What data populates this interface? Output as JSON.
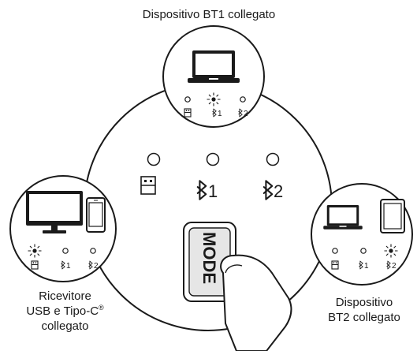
{
  "captions": {
    "bt1": "Dispositivo BT1 collegato",
    "receiver_l1": "Ricevitore",
    "receiver_l2": "USB e Tipo-C",
    "receiver_sup": "®",
    "receiver_l3": "collegato",
    "bt2_l1": "Dispositivo",
    "bt2_l2": "BT2 collegato"
  },
  "channel_labels": {
    "bt1": "1",
    "bt2": "2"
  },
  "button": {
    "label": "MODE"
  },
  "icons": [
    "usb-receiver-icon",
    "bluetooth-icon",
    "laptop-icon",
    "monitor-icon",
    "smartphone-icon",
    "tablet-icon",
    "hand-icon",
    "led-lit-icon",
    "led-off-icon"
  ],
  "colors": {
    "line": "#1a1a1a",
    "background": "#ffffff",
    "button_face": "#e6e6e6"
  }
}
